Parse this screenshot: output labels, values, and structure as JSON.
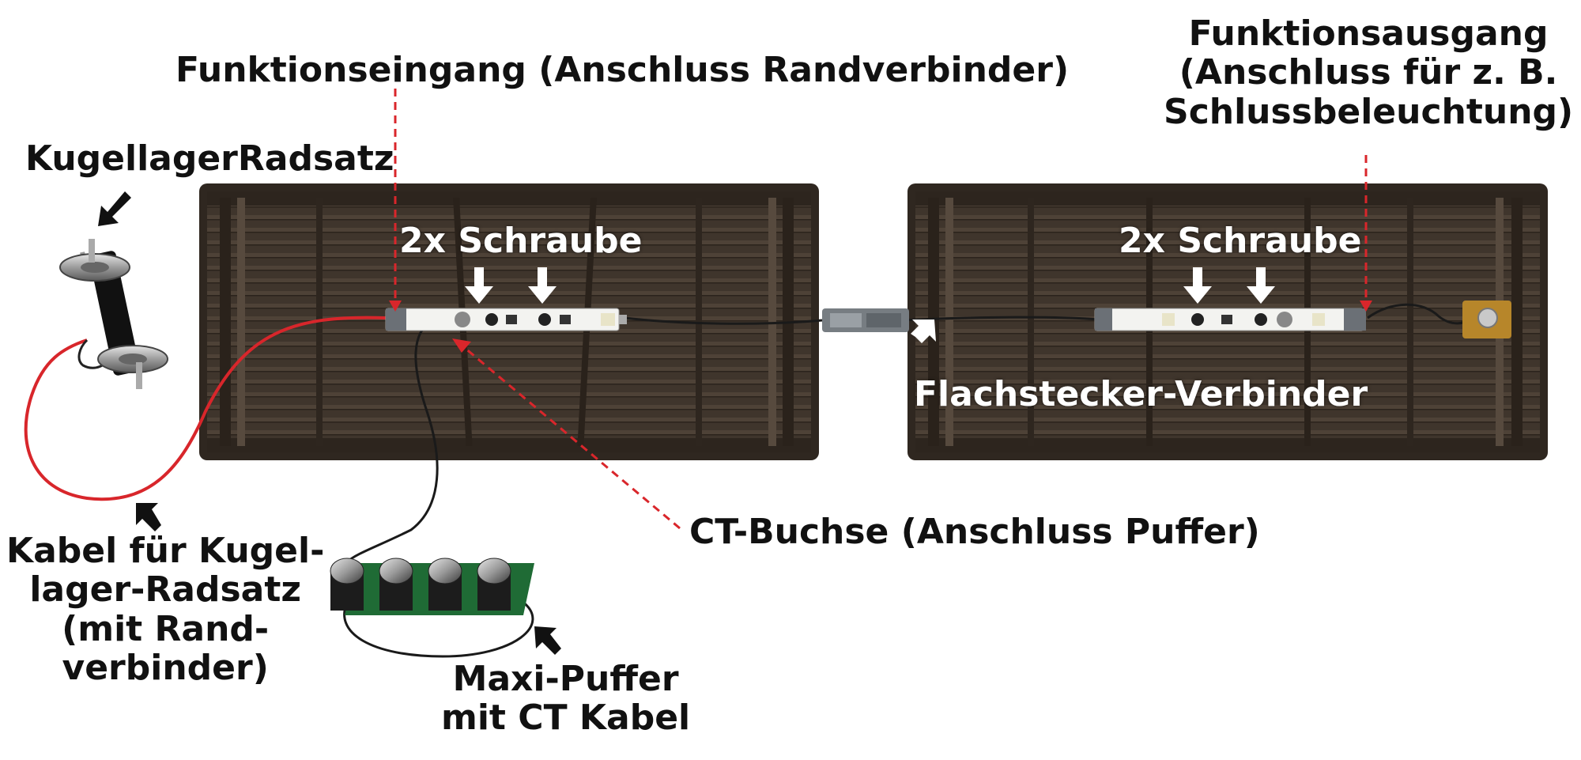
{
  "labels": {
    "funktionseingang": "Funktionseingang (Anschluss Randverbinder)",
    "funktionsausgang": [
      "Funktionsausgang",
      "(Anschluss für z. B.",
      "Schlussbeleuchtung)"
    ],
    "kugellager_radsatz": "KugellagerRadsatz",
    "schraube_left": "2x Schraube",
    "schraube_right": "2x Schraube",
    "flachstecker": "Flachstecker-Verbinder",
    "ct_buchse": "CT-Buchse (Anschluss Puffer)",
    "kabel": [
      "Kabel für Kugel-",
      "lager-Radsatz",
      "(mit Rand-",
      "verbinder)"
    ],
    "maxi_puffer": [
      "Maxi-Puffer",
      "mit CT Kabel"
    ]
  },
  "colors": {
    "tray": "#3e342b",
    "tray_dark": "#2a221b",
    "tray_rib": "#52463b",
    "pcb": "#f3f3f0",
    "dashed_leader": "#d9262b",
    "arrow_black": "#111111",
    "arrow_white": "#ffffff",
    "wire_red": "#d8262b",
    "wire_black": "#1a1a1a",
    "buffer_board": "#1f6b35",
    "connector_gray": "#777d82",
    "socket_gold": "#b7862a"
  }
}
